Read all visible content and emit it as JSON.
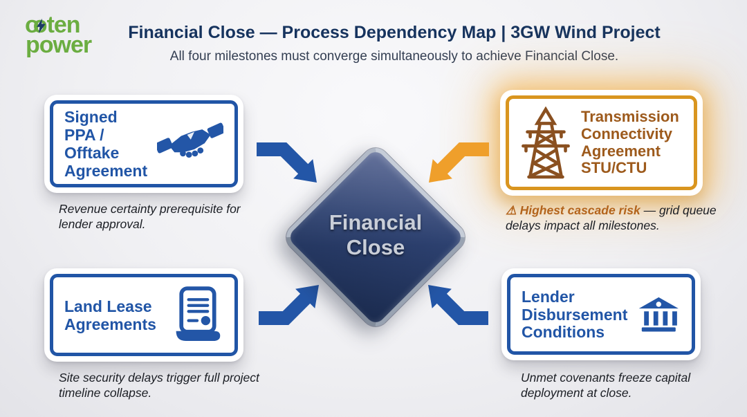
{
  "header": {
    "logo": {
      "o1": "o",
      "o2": "o",
      "suffix": "ten",
      "line2": "power",
      "bolt_icon": "lightning-bolt"
    },
    "title": "Financial Close — Process Dependency Map | 3GW Wind Project",
    "subtitle": "All four milestones must converge simultaneously to achieve Financial Close."
  },
  "center": {
    "label_line1": "Financial",
    "label_line2": "Close"
  },
  "milestones": [
    {
      "id": "signed-ppa",
      "title": "Signed PPA / Offtake Agreement",
      "icon": "handshake-icon",
      "caption": "Revenue certainty prerequisite for lender approval.",
      "accent": "blue"
    },
    {
      "id": "transmission",
      "title": "Transmission Connectivity Agreement STU/CTU",
      "icon": "transmission-tower-icon",
      "warning_icon": "⚠",
      "caption_highlight": "Highest cascade risk",
      "caption_rest": "— grid queue delays impact all milestones.",
      "accent": "orange"
    },
    {
      "id": "land-lease",
      "title": "Land Lease Agreements",
      "icon": "scroll-document-icon",
      "caption": "Site security delays trigger full project timeline collapse.",
      "accent": "blue"
    },
    {
      "id": "lender-disbursement",
      "title": "Lender Disbursement Conditions",
      "icon": "bank-icon",
      "caption": "Unmet covenants freeze capital deployment at close.",
      "accent": "blue"
    }
  ],
  "colors": {
    "brand_green": "#6bad41",
    "navy_title": "#16335e",
    "accent_blue": "#2155a6",
    "arrow_blue": "#2356a7",
    "accent_orange_border": "#d9951f",
    "arrow_orange": "#ef9f2b",
    "orange_text": "#9d5a1c",
    "risk_text": "#b3641c",
    "diamond_navy": "#2d4170"
  }
}
